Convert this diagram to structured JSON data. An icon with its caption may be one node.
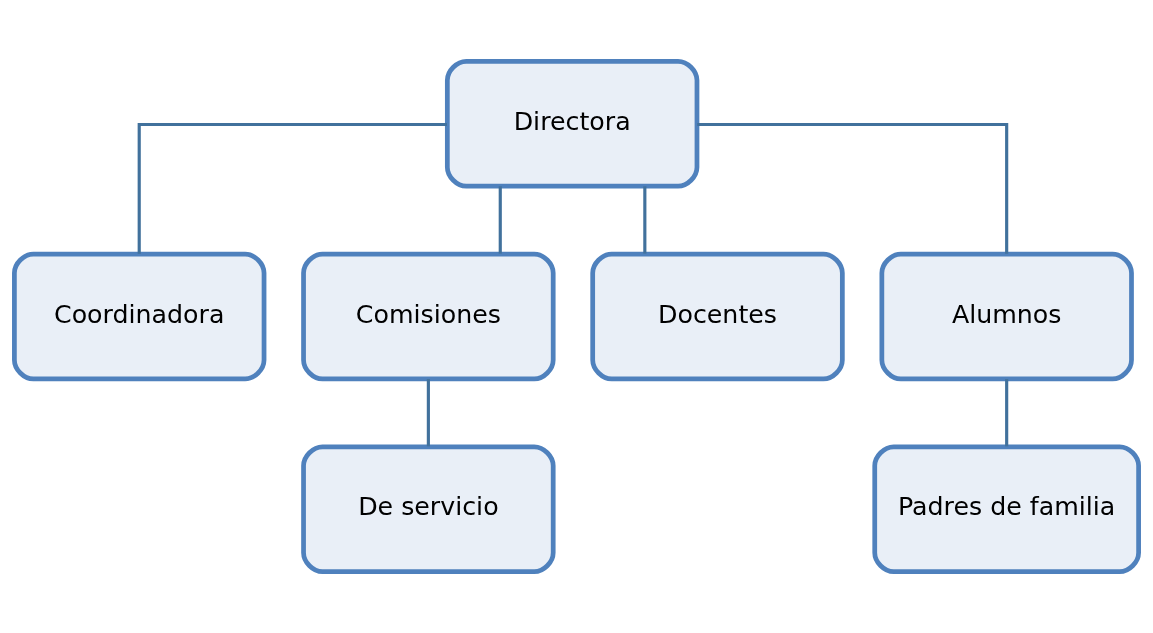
{
  "diagram": {
    "nodes": [
      {
        "text": [
          "Directora"
        ]
      },
      {
        "text": [
          "Coordinadora"
        ]
      },
      {
        "text": [
          "Comisiones"
        ]
      },
      {
        "text": [
          "Docentes"
        ]
      },
      {
        "text": [
          "Alumnos"
        ]
      },
      {
        "text": [
          "De servicio"
        ]
      },
      {
        "text": [
          "Padres de familia"
        ]
      }
    ],
    "edges": [
      {
        "from": 0,
        "to": 1,
        "arrow": "none"
      },
      {
        "from": 0,
        "to": 2,
        "arrow": "none"
      },
      {
        "from": 0,
        "to": 3,
        "arrow": "none"
      },
      {
        "from": 0,
        "to": 4,
        "arrow": "none"
      },
      {
        "from": 2,
        "to": 5,
        "arrow": "none"
      },
      {
        "from": 4,
        "to": 6,
        "arrow": "none"
      }
    ]
  }
}
